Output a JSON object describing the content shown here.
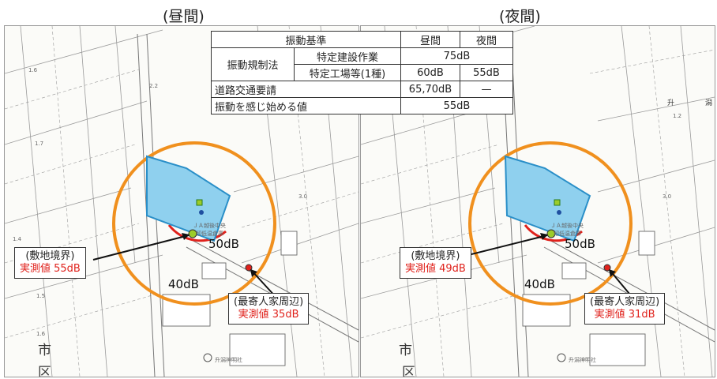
{
  "panels": [
    {
      "title": "(昼間)",
      "boundary_label": "(敷地境界)",
      "boundary_value": "実測値 55dB",
      "house_label": "(最寄人家周辺)",
      "house_value": "実測値 35dB"
    },
    {
      "title": "(夜間)",
      "boundary_label": "(敷地境界)",
      "boundary_value": "実測値 49dB",
      "house_label": "(最寄人家周辺)",
      "house_value": "実測値 31dB"
    }
  ],
  "contours": {
    "inner": "50dB",
    "outer": "40dB"
  },
  "map_text": {
    "facility": "ＪＡ越後中央",
    "facility_sub": "籾低温倉庫",
    "shrine": "升潟神明社",
    "shi": "市",
    "ku": "区",
    "masugata": "升",
    "gata": "潟",
    "elev": [
      "1.6",
      "2.2",
      "1.7",
      "1.4",
      "1.5",
      "1.6",
      "3.0",
      "1.2"
    ]
  },
  "table": {
    "header": [
      "振動基準",
      "昼間",
      "夜間"
    ],
    "law": "振動規制法",
    "rows": [
      {
        "name": "特定建設作業",
        "value": "75dB"
      },
      {
        "name": "特定工場等(1種)",
        "day": "60dB",
        "night": "55dB"
      },
      {
        "name": "道路交通要請",
        "day": "65,70dB",
        "night": "—"
      },
      {
        "name": "振動を感じ始める値",
        "value": "55dB"
      }
    ]
  },
  "colors": {
    "ring": "#f0901e",
    "facility_fill": "#8fd0ee",
    "facility_stroke": "#2a8fc8",
    "red_marker": "#e0221c",
    "green_marker": "#9ccc2a",
    "callout_value": "#e0221c"
  }
}
